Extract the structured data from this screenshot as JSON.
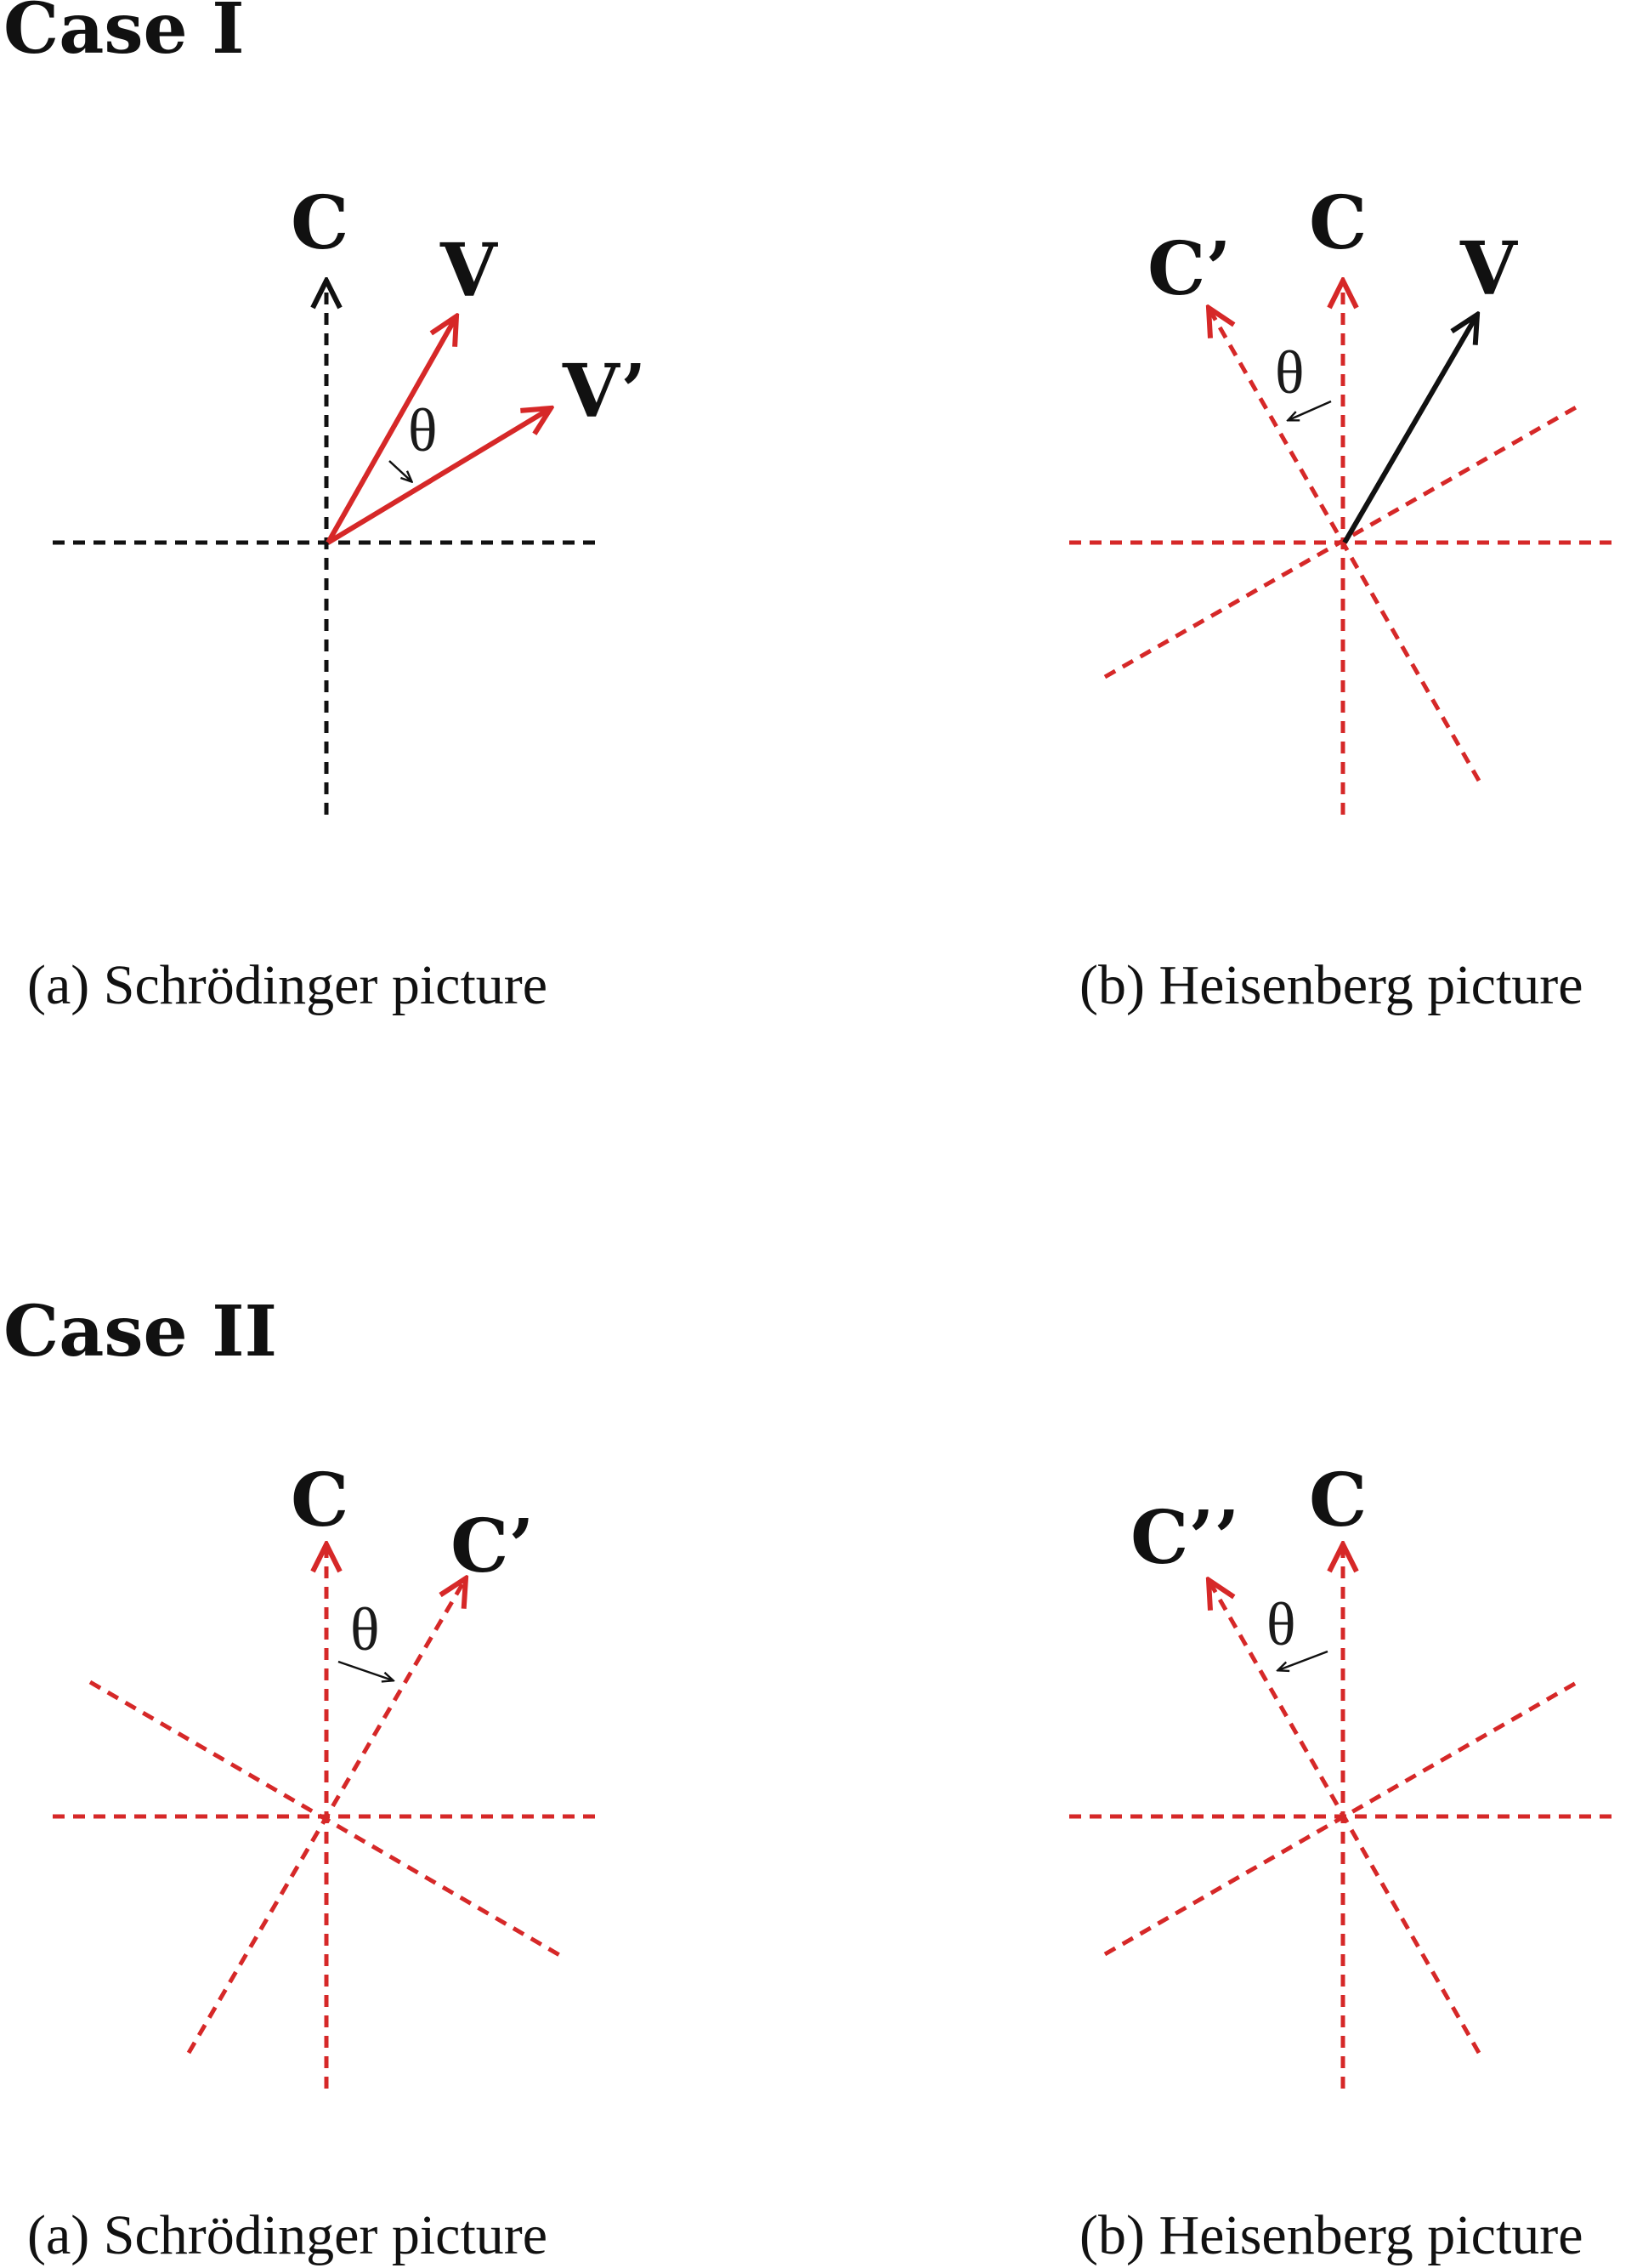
{
  "cases": [
    {
      "title": "Case I",
      "panels": [
        {
          "id": "case1-a",
          "caption": "(a) Schrödinger picture",
          "labels": {
            "axis": "C",
            "vector": "V",
            "vector_rotated": "V’",
            "angle": "θ"
          }
        },
        {
          "id": "case1-b",
          "caption": "(b) Heisenberg picture",
          "labels": {
            "axis": "C",
            "axis_rotated": "C’",
            "vector": "V",
            "angle": "θ"
          }
        }
      ]
    },
    {
      "title": "Case II",
      "panels": [
        {
          "id": "case2-a",
          "caption": "(a) Schrödinger picture",
          "labels": {
            "axis": "C",
            "axis_rotated": "C’",
            "angle": "θ"
          }
        },
        {
          "id": "case2-b",
          "caption": "(b) Heisenberg picture",
          "labels": {
            "axis": "C",
            "axis_rotated": "C’’",
            "angle": "θ"
          }
        }
      ]
    }
  ],
  "colors": {
    "red": "#d62828",
    "black": "#111111"
  }
}
